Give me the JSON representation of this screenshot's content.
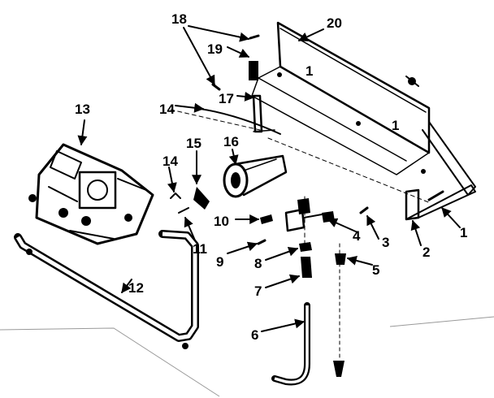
{
  "callouts": {
    "c1": "1",
    "c2": "2",
    "c3": "3",
    "c4": "4",
    "c5": "5",
    "c6": "6",
    "c7": "7",
    "c8": "8",
    "c9": "9",
    "c10": "10",
    "c11": "11",
    "c12": "12",
    "c13": "13",
    "c14a": "14",
    "c14b": "14",
    "c15": "15",
    "c16": "16",
    "c17": "17",
    "c18": "18",
    "c19": "19",
    "c20": "20"
  },
  "plate_marks": {
    "upper_left": "1",
    "upper_right": "1"
  }
}
